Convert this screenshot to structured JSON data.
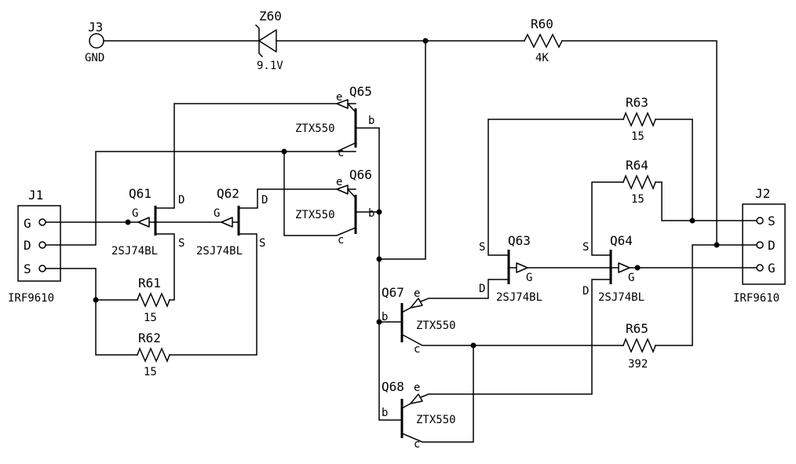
{
  "j3": {
    "ref": "J3",
    "label": "GND"
  },
  "z60": {
    "ref": "Z60",
    "value": "9.1V"
  },
  "r60": {
    "ref": "R60",
    "value": "4K"
  },
  "r61": {
    "ref": "R61",
    "value": "15"
  },
  "r62": {
    "ref": "R62",
    "value": "15"
  },
  "r63": {
    "ref": "R63",
    "value": "15"
  },
  "r64": {
    "ref": "R64",
    "value": "15"
  },
  "r65": {
    "ref": "R65",
    "value": "392"
  },
  "j1": {
    "ref": "J1",
    "part": "IRF9610",
    "pins": [
      "G",
      "D",
      "S"
    ]
  },
  "j2": {
    "ref": "J2",
    "part": "IRF9610",
    "pins": [
      "S",
      "D",
      "G"
    ]
  },
  "q61": {
    "ref": "Q61",
    "part": "2SJ74BL",
    "g": "G",
    "d": "D",
    "s": "S"
  },
  "q62": {
    "ref": "Q62",
    "part": "2SJ74BL",
    "g": "G",
    "d": "D",
    "s": "S"
  },
  "q63": {
    "ref": "Q63",
    "part": "2SJ74BL",
    "g": "G",
    "d": "D",
    "s": "S"
  },
  "q64": {
    "ref": "Q64",
    "part": "2SJ74BL",
    "g": "G",
    "d": "D",
    "s": "S"
  },
  "q65": {
    "ref": "Q65",
    "part": "ZTX550",
    "e": "e",
    "b": "b",
    "c": "c"
  },
  "q66": {
    "ref": "Q66",
    "part": "ZTX550",
    "e": "e",
    "b": "b",
    "c": "c"
  },
  "q67": {
    "ref": "Q67",
    "part": "ZTX550",
    "e": "e",
    "b": "b",
    "c": "c"
  },
  "q68": {
    "ref": "Q68",
    "part": "ZTX550",
    "e": "e",
    "b": "b",
    "c": "c"
  }
}
